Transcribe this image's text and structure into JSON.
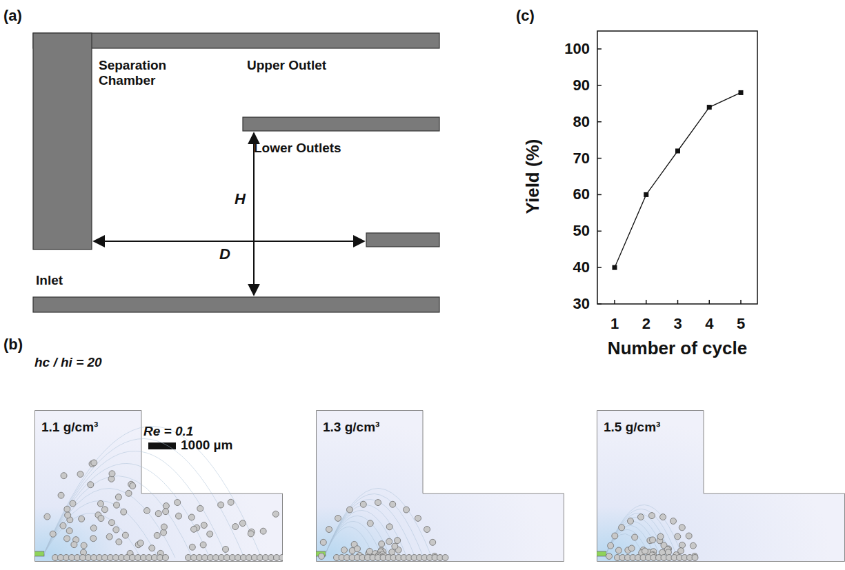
{
  "diagram": {
    "nodes": [
      {
        "text": [
          "1.1 g/cm³"
        ]
      },
      {
        "text": [
          "1.3 g/cm³"
        ]
      },
      {
        "text": [
          "1.5 g/cm³"
        ]
      }
    ],
    "labels": [
      "(a)",
      "Separation Chamber",
      "Upper Outlet",
      "Lower Outlets",
      "H",
      "D",
      "Inlet",
      "(c)",
      "100",
      "90",
      "80",
      "70",
      "60",
      "50",
      "40",
      "30",
      "1",
      "2",
      "3",
      "4",
      "5",
      "Yield (%)",
      "Number of cycle",
      "(b)",
      "hc / hi = 20",
      "Re = 0.1",
      "1000 µm"
    ]
  }
}
